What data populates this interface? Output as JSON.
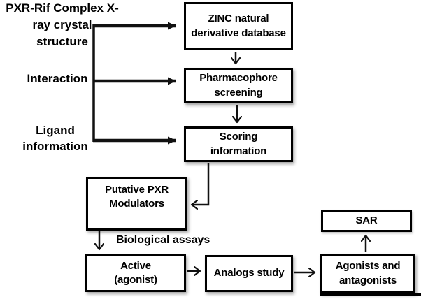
{
  "colors": {
    "ink": "#111111",
    "box_border": "#000000",
    "box_fill": "#ffffff",
    "background": "#ffffff"
  },
  "labels": {
    "input_crystal": "PXR-Rif Complex X-\nray crystal\nstructure",
    "input_interaction": "Interaction",
    "input_ligand": "Ligand\ninformation",
    "annotation_bioassays": "Biological assays"
  },
  "boxes": {
    "zinc": "ZINC natural\nderivative database",
    "pharmacophore": "Pharmacophore\nscreening",
    "scoring": "Scoring\ninformation",
    "putative": "Putative PXR\nModulators",
    "active": "Active\n(agonist)",
    "analogs": "Analogs study",
    "agonists": "Agonists and\nantagonists",
    "sar": "SAR"
  }
}
